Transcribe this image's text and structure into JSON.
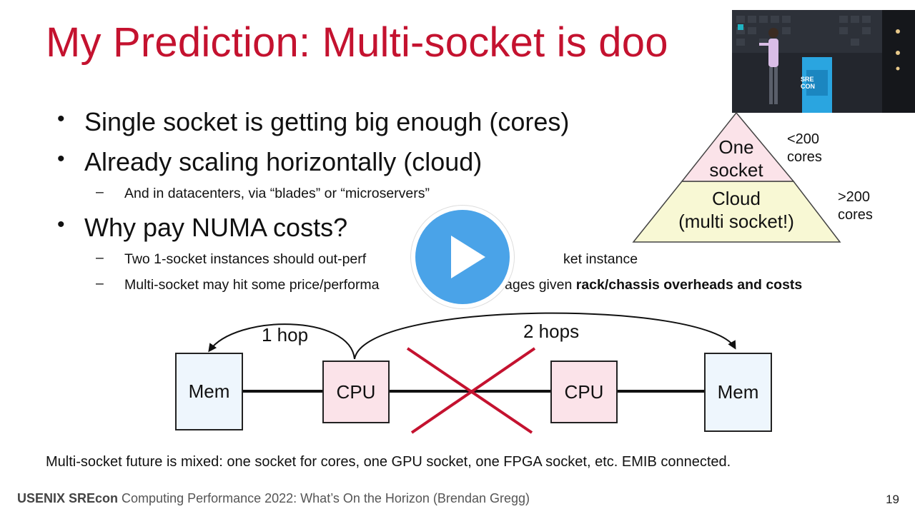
{
  "slide": {
    "title": "My Prediction: Multi-socket is doo",
    "bullets": [
      {
        "text": "Single socket is getting big enough (cores)"
      },
      {
        "text": "Already scaling horizontally (cloud)"
      },
      {
        "text": "Why pay NUMA costs?"
      }
    ],
    "sub_bullets": [
      {
        "text": "And in datacenters, via “blades” or “microservers”"
      },
      {
        "text": "Two 1-socket instances should out-perf",
        "text_after": "ket instance"
      },
      {
        "text": "Multi-socket may hit some price/performa",
        "text_mid": "ages given ",
        "bold": "rack/chassis overheads and costs"
      }
    ],
    "bullet_glyph": "•",
    "dash_glyph": "–",
    "pyramid": {
      "top_line1": "One",
      "top_line2": "socket",
      "bottom_line1": "Cloud",
      "bottom_line2": "(multi socket!)",
      "top_label_line1": "<200",
      "top_label_line2": "cores",
      "bottom_label_line1": ">200",
      "bottom_label_line2": "cores",
      "top_color": "#fbe3e9",
      "bottom_color": "#f8f8d4"
    },
    "diagram": {
      "mem_left": "Mem",
      "cpu_left": "CPU",
      "cpu_right": "CPU",
      "mem_right": "Mem",
      "hop1": "1 hop",
      "hop2": "2 hops",
      "cross_color": "#c4122f"
    },
    "footer_note": "Multi-socket future is mixed: one socket for cores, one GPU socket, one FPGA socket, etc. EMIB connected.",
    "footer_brand": "USENIX SREcon",
    "footer_text": "Computing Performance 2022: What’s On the Horizon (Brendan Gregg)",
    "page_number": "19",
    "title_color": "#c4122f"
  },
  "video_overlay": {
    "stage_sign_line1": "SRE",
    "stage_sign_line2": "CON"
  },
  "player": {
    "play_button_icon": "play-icon",
    "play_color": "#4aa3e8"
  }
}
